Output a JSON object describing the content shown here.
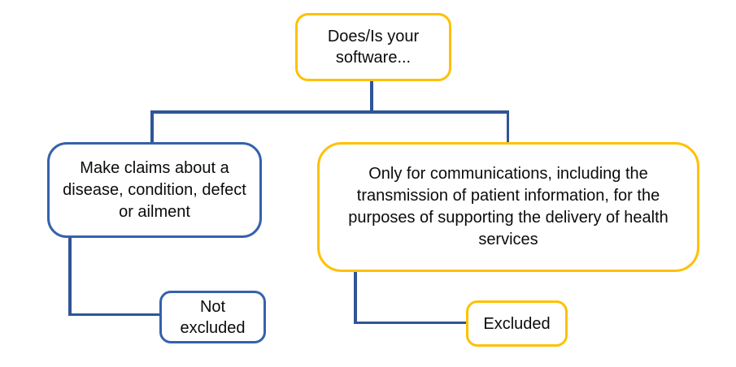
{
  "diagram": {
    "type": "flowchart",
    "background": "#FFFFFF",
    "colors": {
      "gold_border": "#FFC000",
      "blue_border": "#3462AC",
      "connector_blue": "#2F5597",
      "text": "#0B0B0B"
    },
    "nodes": {
      "root": {
        "label": "Does/Is your software...",
        "style": "gold"
      },
      "claims": {
        "label": "Make claims about a disease, condition, defect or ailment",
        "style": "blue"
      },
      "communications": {
        "label": "Only for communications, including the transmission of patient information, for the purposes of supporting the delivery of health services",
        "style": "gold"
      },
      "not_excluded": {
        "label": "Not excluded",
        "style": "blue"
      },
      "excluded": {
        "label": "Excluded",
        "style": "gold"
      }
    },
    "edges": [
      {
        "from": "root",
        "to": "claims"
      },
      {
        "from": "root",
        "to": "communications"
      },
      {
        "from": "claims",
        "to": "not_excluded"
      },
      {
        "from": "communications",
        "to": "excluded"
      }
    ]
  }
}
